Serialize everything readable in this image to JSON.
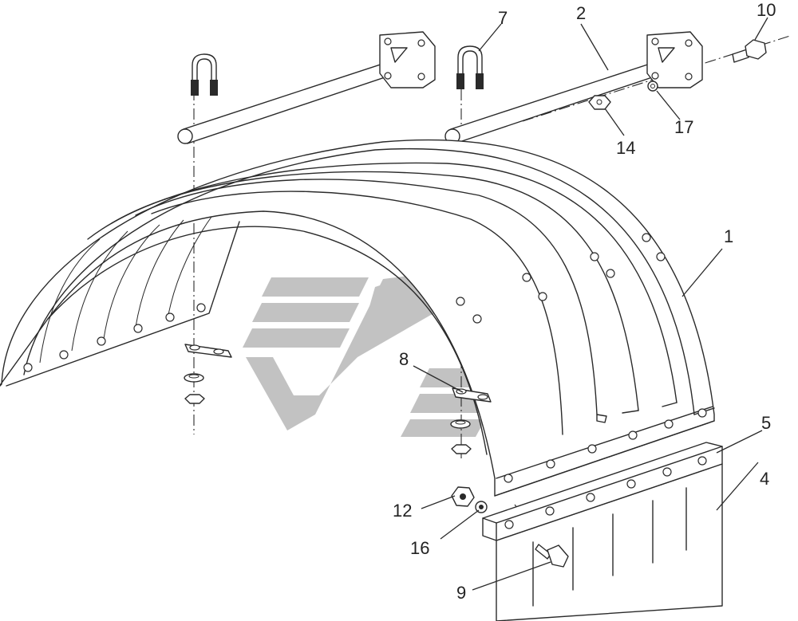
{
  "diagram": {
    "watermark_color": "#c2c2c2",
    "line_color": "#2a2a2a",
    "callouts": [
      {
        "id": "c1",
        "text": "1"
      },
      {
        "id": "c2",
        "text": "2"
      },
      {
        "id": "c4",
        "text": "4"
      },
      {
        "id": "c5",
        "text": "5"
      },
      {
        "id": "c7",
        "text": "7"
      },
      {
        "id": "c8",
        "text": "8"
      },
      {
        "id": "c9",
        "text": "9"
      },
      {
        "id": "c10",
        "text": "10"
      },
      {
        "id": "c12",
        "text": "12"
      },
      {
        "id": "c14",
        "text": "14"
      },
      {
        "id": "c16",
        "text": "16"
      },
      {
        "id": "c17",
        "text": "17"
      }
    ]
  }
}
